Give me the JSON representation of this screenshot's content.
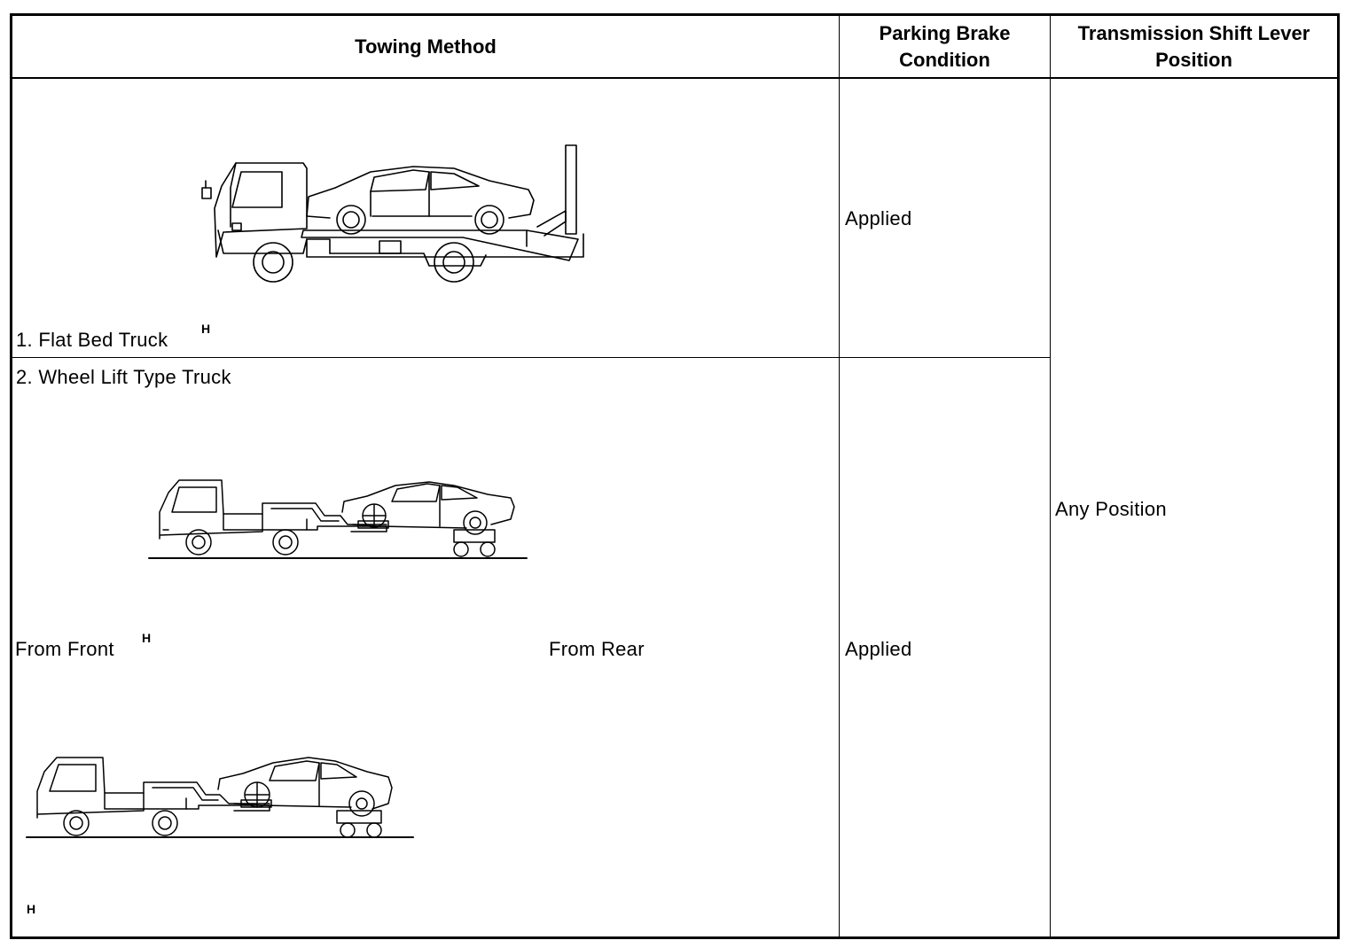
{
  "table": {
    "headers": {
      "method": "Towing Method",
      "brake_line1": "Parking Brake",
      "brake_line2": "Condition",
      "shift_line1": "Transmission Shift Lever",
      "shift_line2": "Position"
    },
    "rows": [
      {
        "method_label": "1. Flat Bed Truck",
        "mark": "H",
        "brake": "Applied"
      },
      {
        "method_label": "2. Wheel Lift Type Truck",
        "from_front": "From Front",
        "from_rear": "From Rear",
        "mark_front": "H",
        "mark_bottom": "H",
        "brake": "Applied"
      }
    ],
    "shift_position": "Any Position"
  },
  "illustrations": [
    "flat-bed-truck-illustration",
    "wheel-lift-from-front-illustration",
    "wheel-lift-from-rear-illustration"
  ]
}
